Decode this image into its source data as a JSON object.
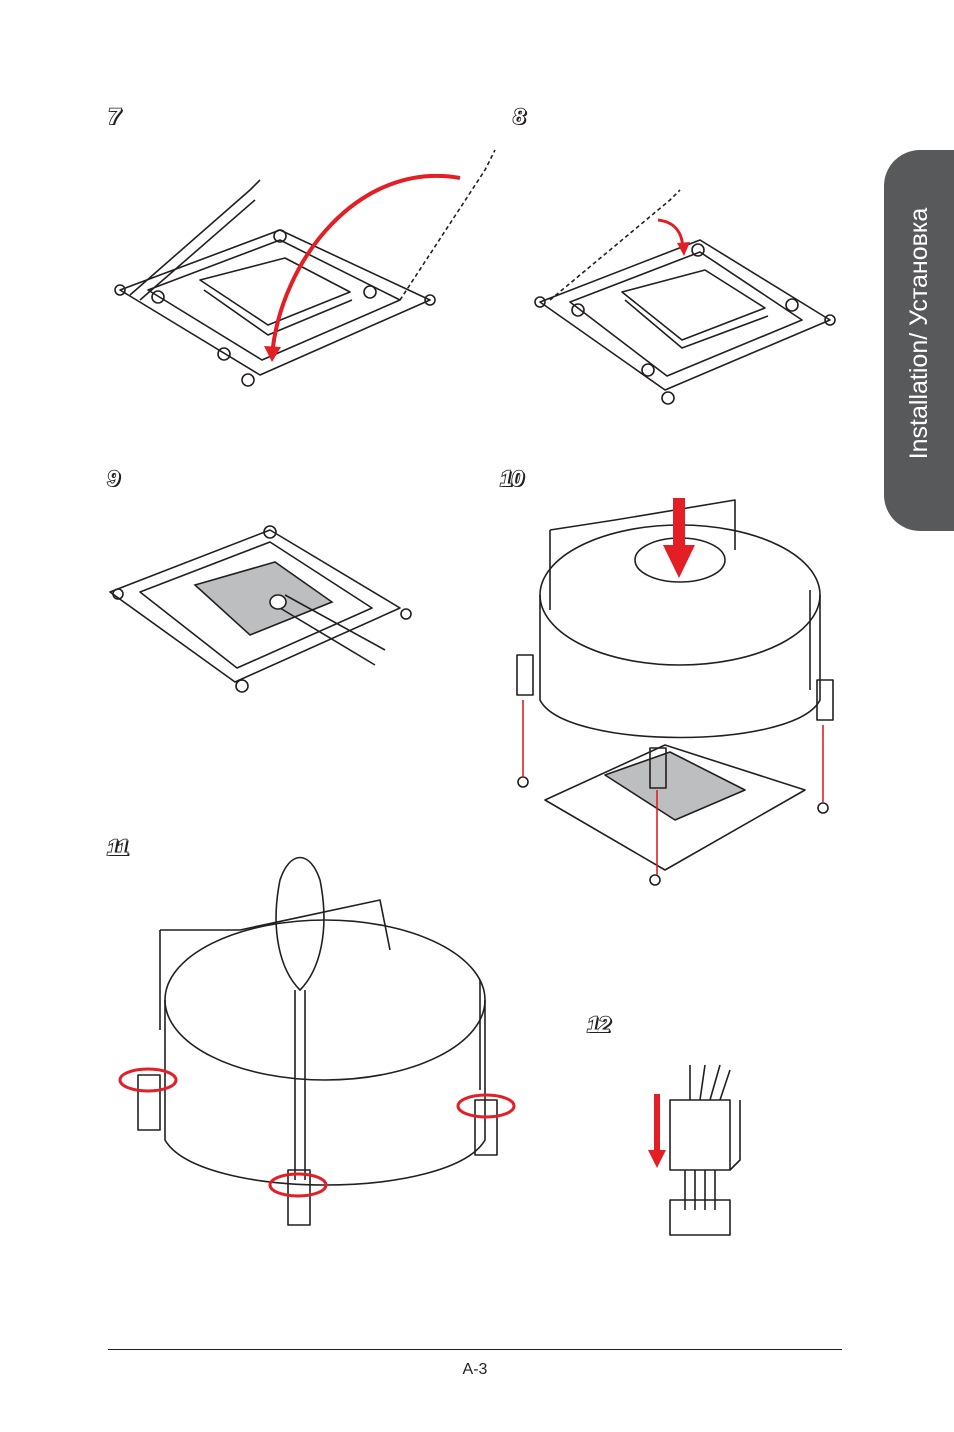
{
  "side_tab": {
    "label": "Installation/ Установка",
    "color": "#58595b"
  },
  "steps": [
    {
      "number": "7"
    },
    {
      "number": "8"
    },
    {
      "number": "9"
    },
    {
      "number": "10"
    },
    {
      "number": "11"
    },
    {
      "number": "12"
    }
  ],
  "footer": {
    "page_number": "A-3"
  },
  "colors": {
    "arrow": "#e31e24",
    "line": "#231f20",
    "paste": "#bcbec0"
  }
}
